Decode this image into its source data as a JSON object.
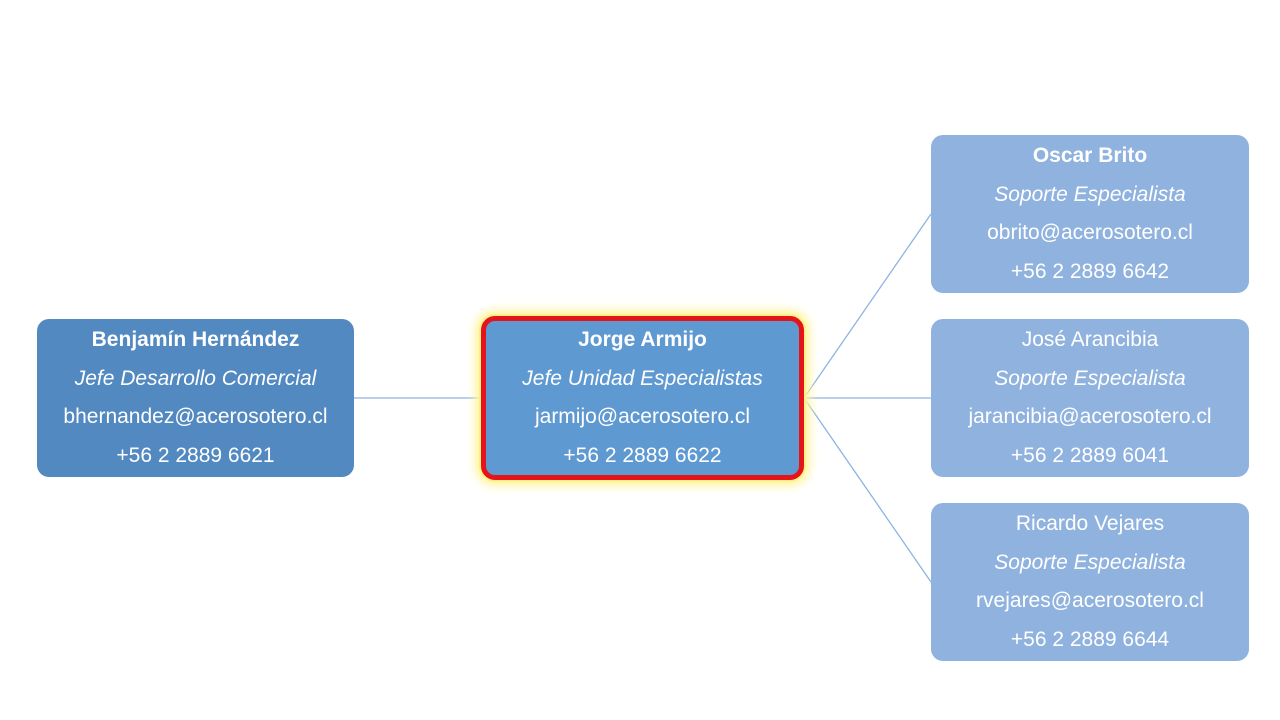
{
  "chart": {
    "manager": {
      "name": "Benjamín Hernández",
      "role": "Jefe Desarrollo Comercial",
      "email": "bhernandez@acerosotero.cl",
      "phone": "+56 2 2889 6621"
    },
    "focus": {
      "name": "Jorge Armijo",
      "role": "Jefe Unidad Especialistas",
      "email": "jarmijo@acerosotero.cl",
      "phone": "+56 2 2889 6622"
    },
    "reports": [
      {
        "name": "Oscar Brito",
        "role": "Soporte Especialista",
        "email": "obrito@acerosotero.cl",
        "phone": "+56 2 2889 6642"
      },
      {
        "name": "José Arancibia",
        "role": "Soporte Especialista",
        "email": "jarancibia@acerosotero.cl",
        "phone": "+56 2 2889 6041"
      },
      {
        "name": "Ricardo Vejares",
        "role": "Soporte Especialista",
        "email": "rvejares@acerosotero.cl",
        "phone": "+56 2 2889 6644"
      }
    ]
  },
  "colors": {
    "manager_fill": "#5289c0",
    "focus_fill": "#5f99d2",
    "focus_border": "#e5141b",
    "focus_glow": "#fff5a0",
    "report_fill": "#8fb2de",
    "connector": "#8db3e2"
  }
}
